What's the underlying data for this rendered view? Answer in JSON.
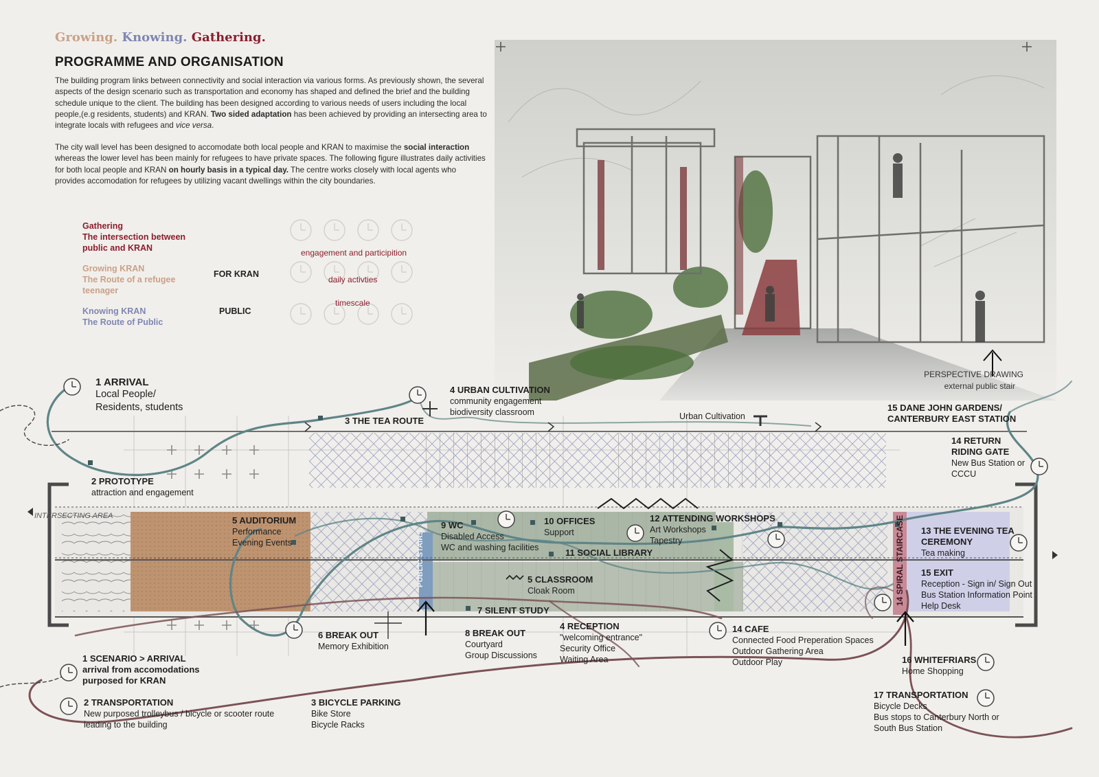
{
  "tagline": {
    "w1": "Growing.",
    "w2": "Knowing.",
    "w3": "Gathering."
  },
  "title": "PROGRAMME  AND ORGANISATION",
  "para1": {
    "a": "The building  program links between connectivity and social interaction via various forms. As previously shown, the several aspects of the design scenario such as transportation and economy  has shaped and defined the brief and the  building schedule unique to the client.  The building has been designed according to various needs of users including the local people,(e.g residents, students)  and KRAN. ",
    "b": "Two sided adaptation",
    "c": " has been achieved by providing an intersecting area  to integrate locals with refugees and ",
    "d": "vice versa",
    "e": "."
  },
  "para2": {
    "a": "The city wall level has been designed to accomodate both local people and KRAN to maximise the ",
    "b": "social interaction",
    "c": " whereas the lower level has been mainly for refugees to have private spaces. The following figure illustrates daily activities for both local people and KRAN ",
    "d": "on hourly basis in a typical day.",
    "e": " The centre works closely with local agents who provides accomodation for refugees by utilizing vacant dwellings within the city boundaries."
  },
  "legend": {
    "gathering": [
      "Gathering",
      "The intersection between",
      "public and KRAN"
    ],
    "growing": [
      "Growing KRAN",
      "The Route of a refugee",
      "teenager"
    ],
    "knowing": [
      "Knowing KRAN",
      "The Route of Public"
    ],
    "for_kran": "FOR KRAN",
    "public": "PUBLIC",
    "engagement": "engagement and participition",
    "daily": "daily activties",
    "timescale": "timescale"
  },
  "photo": {
    "caption1": "PERSPECTIVE DRAWING",
    "caption2": "external public stair"
  },
  "labels": {
    "l01": {
      "t": "1 ARRIVAL",
      "s": [
        "Local People/",
        "Residents, students"
      ]
    },
    "l02": {
      "t": "4 URBAN CULTIVATION",
      "s": [
        "community engagement",
        "biodiversity classroom"
      ]
    },
    "l03": {
      "t": "3 THE TEA ROUTE",
      "s": []
    },
    "l04": {
      "t": "",
      "s": [
        "Urban Cultivation"
      ]
    },
    "l05": {
      "t": "15 DANE JOHN GARDENS/",
      "s": []
    },
    "l05b": {
      "t": "CANTERBURY EAST STATION",
      "s": []
    },
    "l06": {
      "t": "14 RETURN",
      "s": []
    },
    "l06b": {
      "t": "RIDING GATE",
      "s": [
        "New Bus Station or",
        "CCCU"
      ]
    },
    "l07": {
      "t": "2 PROTOTYPE",
      "s": [
        "attraction and engagement"
      ]
    },
    "l08": {
      "t": "INTERSECTING AREA",
      "s": []
    },
    "l09": {
      "t": "5 AUDITORIUM",
      "s": [
        "Performance",
        "Evening Events"
      ]
    },
    "l10": {
      "t": "9 WC",
      "s": [
        "Disabled Access",
        "WC and washing facilities"
      ]
    },
    "l11": {
      "t": "10 OFFICES",
      "s": [
        "Support"
      ]
    },
    "l12": {
      "t": "12 ATTENDING WORKSHOPS",
      "s": [
        "Art Workshops",
        "Tapestry"
      ]
    },
    "l13": {
      "t": "11 SOCIAL LIBRARY",
      "s": []
    },
    "l14": {
      "t": "13 THE EVENING TEA",
      "s": []
    },
    "l14b": {
      "t": "CEREMONY",
      "s": [
        "Tea making"
      ]
    },
    "l15": {
      "t": "5 CLASSROOM",
      "s": [
        "Cloak Room"
      ]
    },
    "l16": {
      "t": "15 EXIT",
      "s": [
        "Reception - Sign in/ Sign Out",
        "Bus Station Information Point",
        "Help Desk"
      ]
    },
    "l17": {
      "t": "7 SILENT STUDY",
      "s": []
    },
    "l18": {
      "t": "PUBLIC STAIRS",
      "s": []
    },
    "l19": {
      "t": "14 SPIRAL STAIRCASE",
      "s": []
    },
    "l20": {
      "t": "6 BREAK OUT",
      "s": [
        "Memory Exhibition"
      ]
    },
    "l21": {
      "t": "8 BREAK OUT",
      "s": [
        "Courtyard",
        "Group Discussions"
      ]
    },
    "l22": {
      "t": "4 RECEPTION",
      "s": [
        "\"welcoming entrance\"",
        "Security Office",
        "Waiting Area"
      ]
    },
    "l23": {
      "t": "14 CAFE",
      "s": [
        "Connected Food Preperation Spaces",
        "Outdoor Gathering Area",
        "Outdoor Play"
      ]
    },
    "l24": {
      "t": "16 WHITEFRIARS",
      "s": [
        "Home Shopping"
      ]
    },
    "l25": {
      "t": "1 SCENARIO > ARRIVAL",
      "s": []
    },
    "l25b": {
      "t": "arrival from accomodations",
      "s": []
    },
    "l25c": {
      "t": " purposed for KRAN",
      "s": []
    },
    "l26": {
      "t": "2 TRANSPORTATION",
      "s": [
        "New purposed  trolleybus / bicycle  or scooter route",
        "leading to the building"
      ]
    },
    "l27": {
      "t": "3 BICYCLE PARKING",
      "s": [
        "Bike Store",
        "Bicycle Racks"
      ]
    },
    "l28": {
      "t": "17 TRANSPORTATION",
      "s": [
        "Bicycle Decks",
        "Bus stops to Canterbury North or",
        "South Bus Station"
      ]
    }
  },
  "colors": {
    "gathering": "#8b1e2e",
    "growing": "#c9a188",
    "knowing": "#7f86b3",
    "route": "#5f8588",
    "kran_route": "#7b5256",
    "auditorium": "#b98963",
    "library": "#9fae9b",
    "evening": "#cdcde8",
    "spiral": "#c98a98"
  }
}
